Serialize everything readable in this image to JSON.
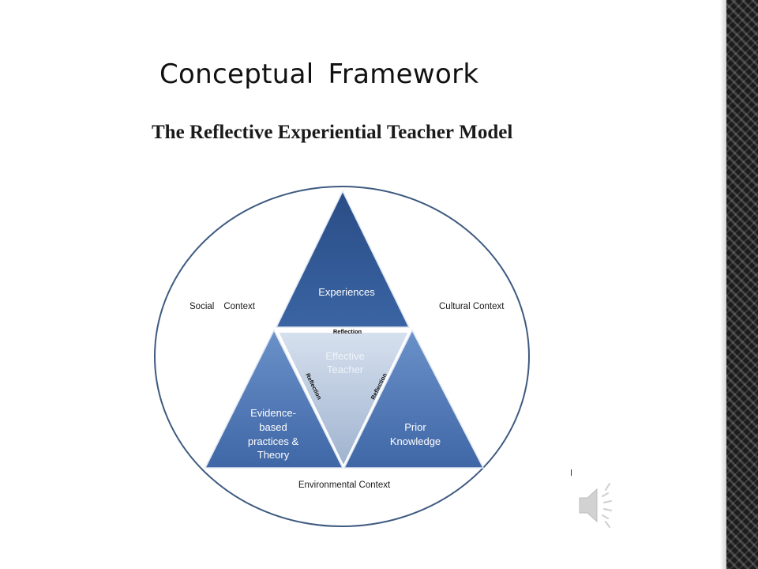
{
  "slide": {
    "title_word1": "Conceptual",
    "title_word2": "Framework"
  },
  "model": {
    "title_word1": "The",
    "title_word2": "Reflective",
    "title_word3": "Experiential",
    "title_word4": "Teacher",
    "title_word5": "Model"
  },
  "triangles": {
    "top": "Experiences",
    "center_line1": "Effective",
    "center_line2": "Teacher",
    "left_line1": "Evidence-",
    "left_line2": "based",
    "left_line3": "practices &",
    "left_line4": "Theory",
    "right_line1": "Prior",
    "right_line2": "Knowledge"
  },
  "reflection": {
    "top": "Reflection",
    "left": "Reflection",
    "right": "Reflection"
  },
  "contexts": {
    "social_word1": "Social",
    "social_word2": "Context",
    "cultural": "Cultural Context",
    "environmental": "Environmental Context"
  },
  "colors": {
    "top_triangle": "#2f5590",
    "side_triangles": "#4f77b3",
    "center_triangle": "#b8c7dc",
    "circle_stroke": "#3e5a80",
    "side_bar": "#1c1c1c"
  },
  "icons": {
    "audio": "speaker-icon"
  }
}
